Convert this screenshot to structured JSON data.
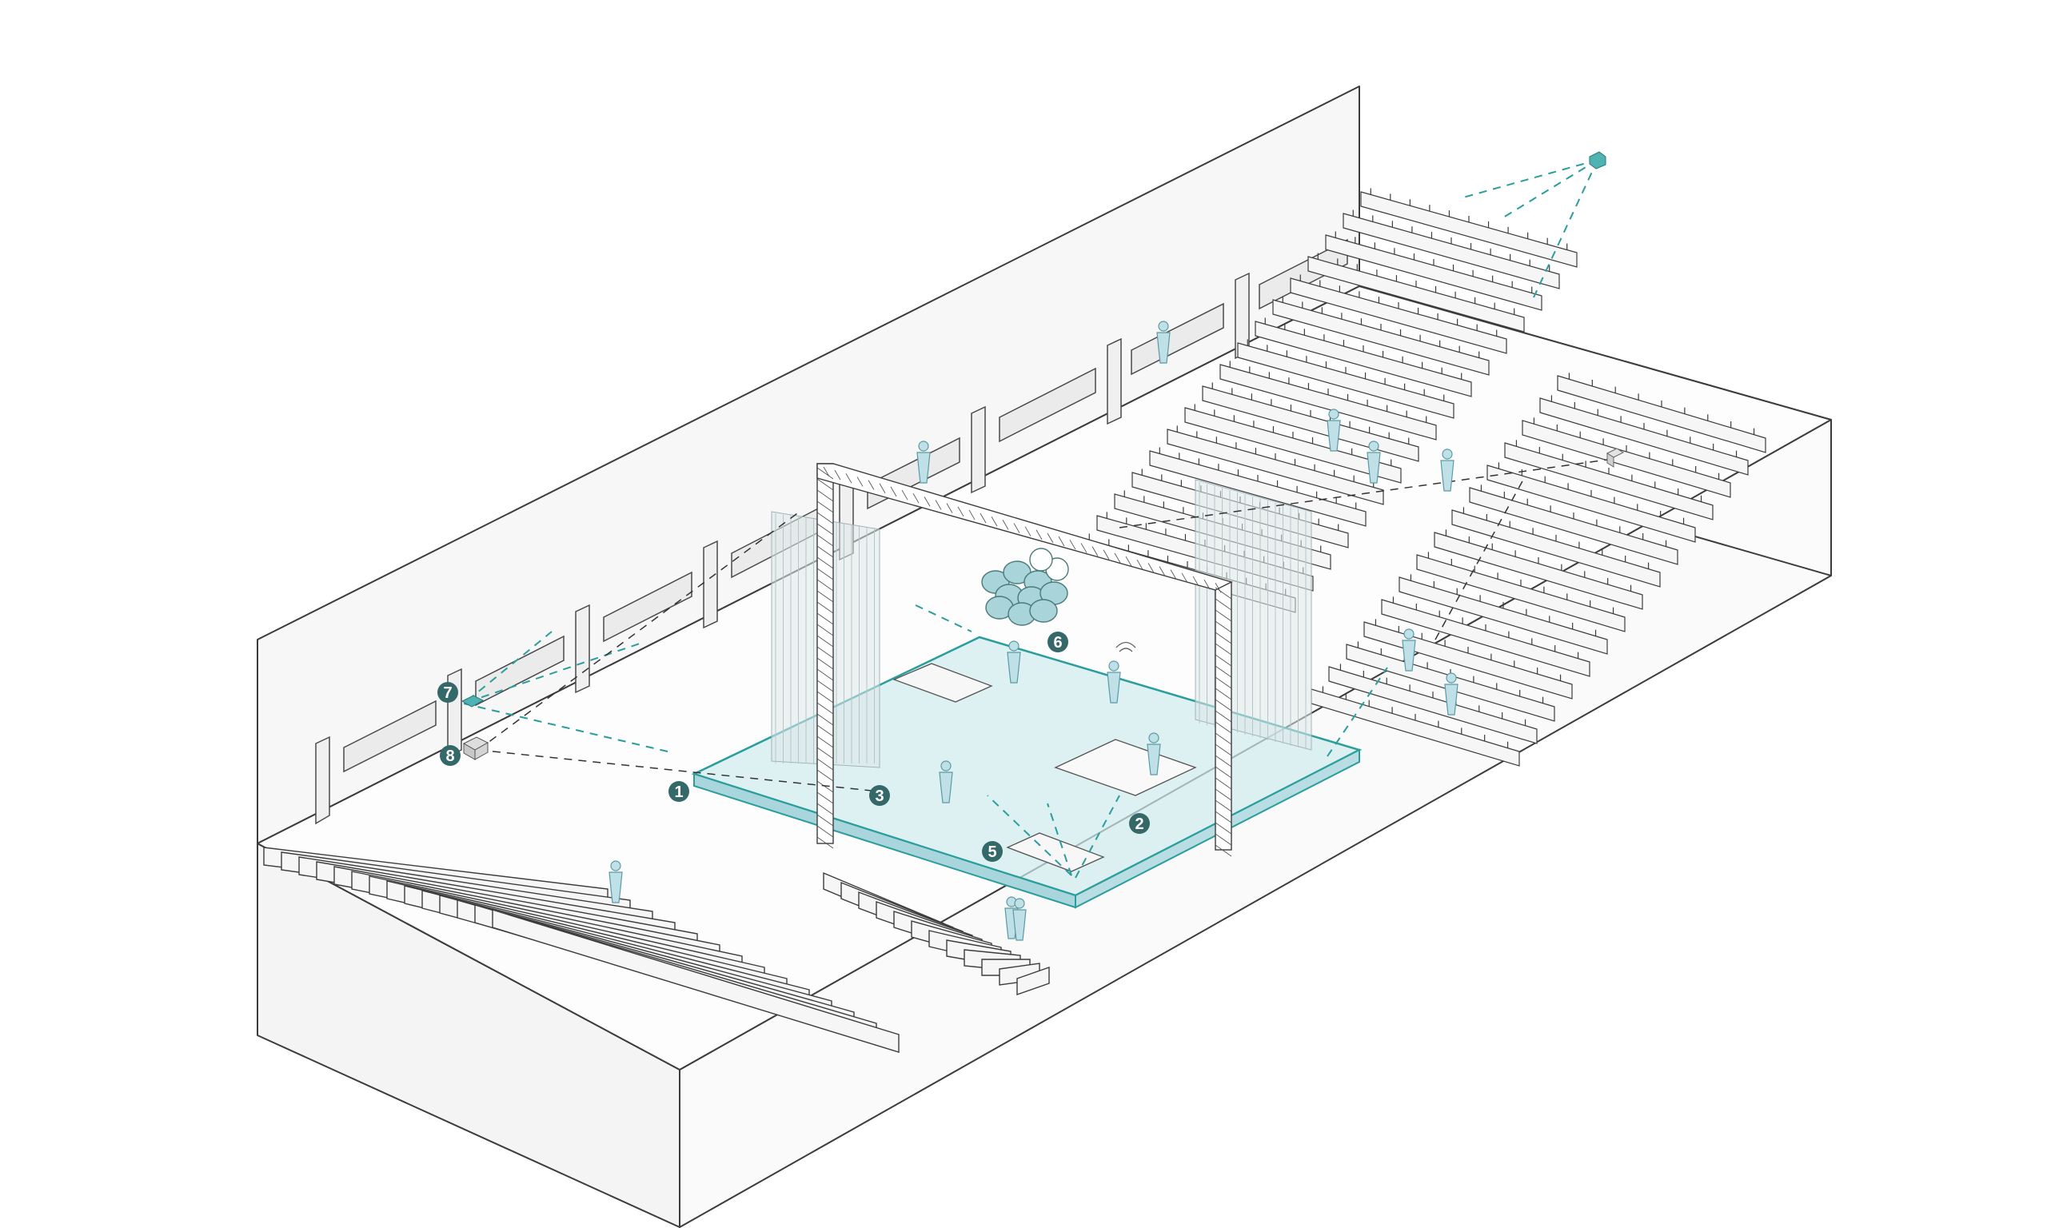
{
  "diagram": {
    "description_free": true,
    "palette": {
      "line": "#3c3c3c",
      "wall_fill": "#f7f7f7",
      "wall_fill_dark": "#eeeeee",
      "accent": "#2a9d9d",
      "stage_fill": "#cfe9ec",
      "marker_fill": "#356868",
      "marker_text": "#ffffff",
      "figure_fill": "#bfe0e6"
    },
    "markers": [
      {
        "id": "m1",
        "label": "1"
      },
      {
        "id": "m2",
        "label": "2"
      },
      {
        "id": "m3",
        "label": "3"
      },
      {
        "id": "m5",
        "label": "5"
      },
      {
        "id": "m6",
        "label": "6"
      },
      {
        "id": "m7",
        "label": "7"
      },
      {
        "id": "m8",
        "label": "8"
      }
    ],
    "icons": [
      "projector-icon",
      "speaker-icon",
      "camera-icon",
      "balloon-cluster-icon",
      "wifi-icon",
      "person-icon"
    ]
  }
}
